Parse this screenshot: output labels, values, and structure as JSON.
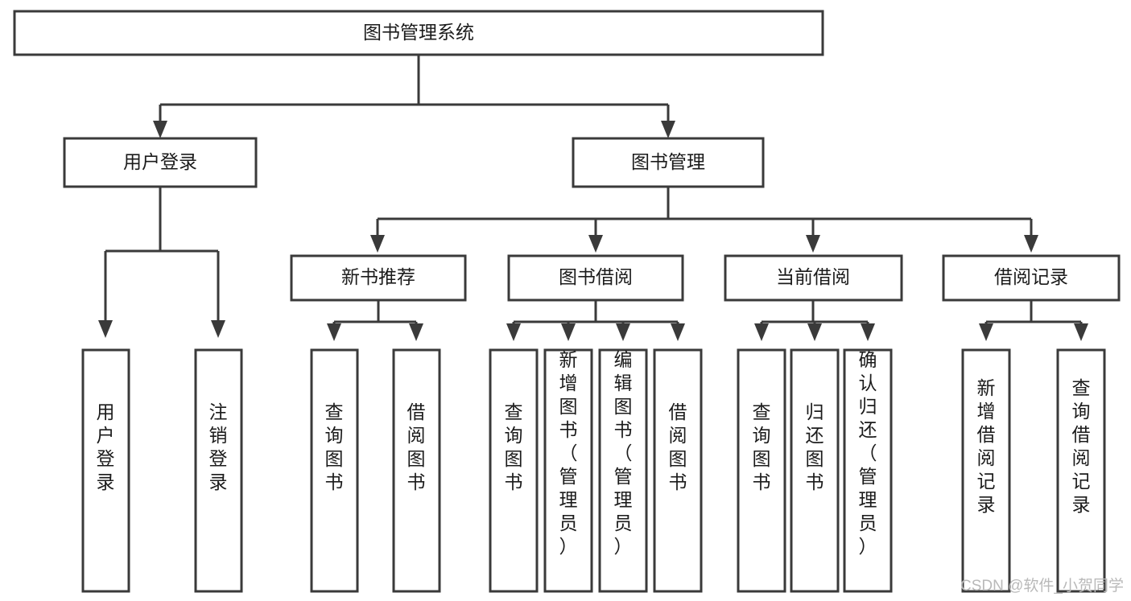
{
  "diagram": {
    "type": "tree-hierarchy",
    "orientation": "top-down",
    "title": "图书管理系统",
    "colors": {
      "background": "#ffffff",
      "box_fill": "#ffffff",
      "box_stroke": "#3a3a3a",
      "connector": "#3a3a3a",
      "text": "#1b1b1b",
      "watermark": "#b9b9b9"
    },
    "nodes": {
      "root": {
        "label": "图书管理系统",
        "level": 0,
        "text_orientation": "horizontal"
      },
      "level1": [
        {
          "label": "用户登录",
          "text_orientation": "horizontal"
        },
        {
          "label": "图书管理",
          "text_orientation": "horizontal"
        }
      ],
      "level2": [
        {
          "label": "新书推荐",
          "text_orientation": "horizontal"
        },
        {
          "label": "图书借阅",
          "text_orientation": "horizontal"
        },
        {
          "label": "当前借阅",
          "text_orientation": "horizontal"
        },
        {
          "label": "借阅记录",
          "text_orientation": "horizontal"
        }
      ],
      "leaves": {
        "用户登录": [
          {
            "label": "用户登录",
            "chars": [
              "用",
              "户",
              "登",
              "录"
            ]
          },
          {
            "label": "注销登录",
            "chars": [
              "注",
              "销",
              "登",
              "录"
            ]
          }
        ],
        "新书推荐": [
          {
            "label": "查询图书",
            "chars": [
              "查",
              "询",
              "图",
              "书"
            ]
          },
          {
            "label": "借阅图书",
            "chars": [
              "借",
              "阅",
              "图",
              "书"
            ]
          }
        ],
        "图书借阅": [
          {
            "label": "查询图书",
            "chars": [
              "查",
              "询",
              "图",
              "书"
            ]
          },
          {
            "label": "新增图书（管理员）",
            "chars": [
              "新",
              "增",
              "图",
              "书",
              "（",
              "管",
              "理",
              "员",
              "）"
            ]
          },
          {
            "label": "编辑图书（管理员）",
            "chars": [
              "编",
              "辑",
              "图",
              "书",
              "（",
              "管",
              "理",
              "员",
              "）"
            ]
          },
          {
            "label": "借阅图书",
            "chars": [
              "借",
              "阅",
              "图",
              "书"
            ]
          }
        ],
        "当前借阅": [
          {
            "label": "查询图书",
            "chars": [
              "查",
              "询",
              "图",
              "书"
            ]
          },
          {
            "label": "归还图书",
            "chars": [
              "归",
              "还",
              "图",
              "书"
            ]
          },
          {
            "label": "确认归还（管理员）",
            "chars": [
              "确",
              "认",
              "归",
              "还",
              "（",
              "管",
              "理",
              "员",
              "）"
            ]
          }
        ],
        "借阅记录": [
          {
            "label": "新增借阅记录",
            "chars": [
              "新",
              "增",
              "借",
              "阅",
              "记",
              "录"
            ]
          },
          {
            "label": "查询借阅记录",
            "chars": [
              "查",
              "询",
              "借",
              "阅",
              "记",
              "录"
            ]
          }
        ]
      }
    }
  },
  "watermark": {
    "text": "CSDN @软件_小贺同学"
  }
}
